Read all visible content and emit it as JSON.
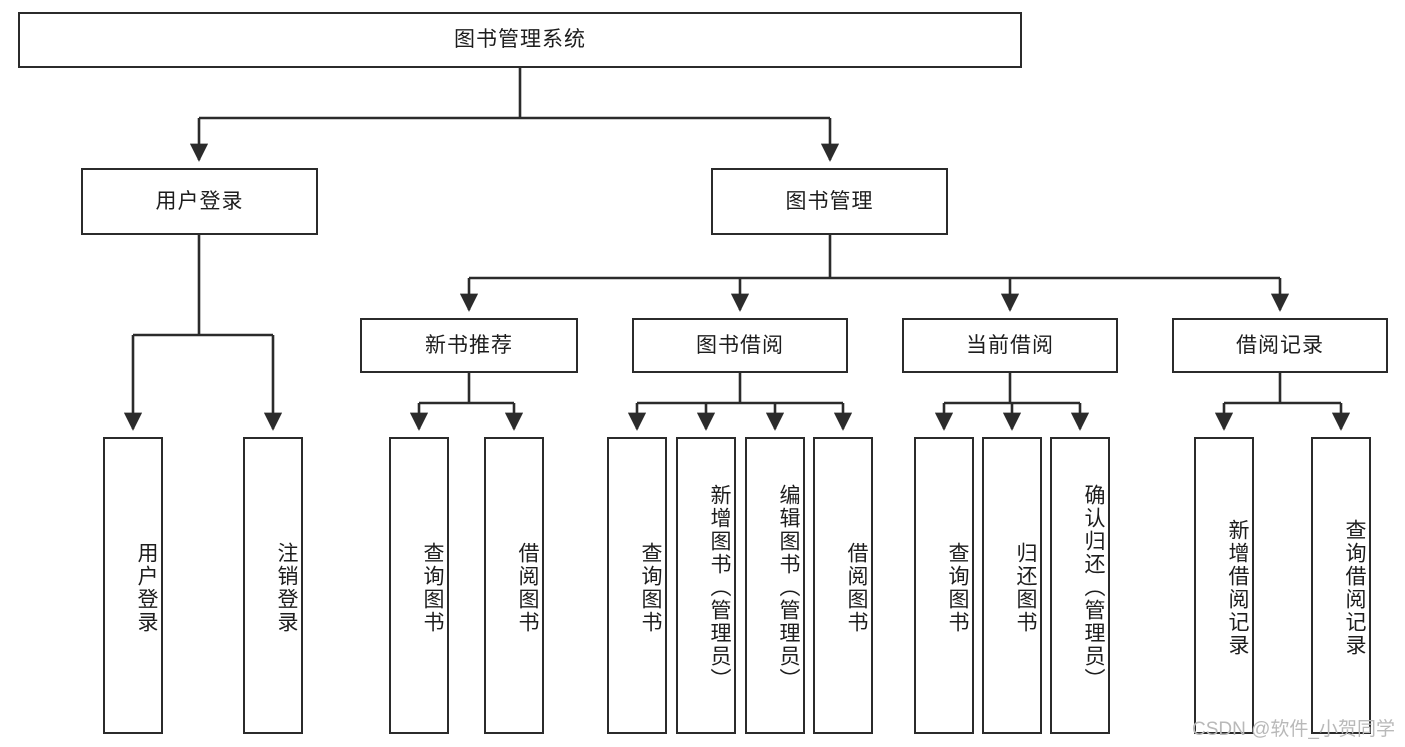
{
  "diagram": {
    "type": "tree",
    "title": "图书管理系统",
    "watermark": "CSDN @软件_小贺同学",
    "colors": {
      "box_border": "#2b2b2b",
      "box_fill": "#ffffff",
      "connector": "#2b2b2b",
      "text": "#1d1d1d",
      "watermark": "#b9b9b9",
      "background": "#ffffff"
    },
    "root": {
      "label": "图书管理系统"
    },
    "level2": [
      {
        "label": "用户登录"
      },
      {
        "label": "图书管理"
      }
    ],
    "level3": [
      {
        "label": "新书推荐"
      },
      {
        "label": "图书借阅"
      },
      {
        "label": "当前借阅"
      },
      {
        "label": "借阅记录"
      }
    ],
    "leaves": {
      "user_login": [
        {
          "label": "用户登录"
        },
        {
          "label": "注销登录"
        }
      ],
      "new_book_recommend": [
        {
          "label": "查询图书"
        },
        {
          "label": "借阅图书"
        }
      ],
      "book_borrow": [
        {
          "label": "查询图书"
        },
        {
          "label": "新增图书（管理员）"
        },
        {
          "label": "编辑图书（管理员）"
        },
        {
          "label": "借阅图书"
        }
      ],
      "current_borrow": [
        {
          "label": "查询图书"
        },
        {
          "label": "归还图书"
        },
        {
          "label": "确认归还（管理员）"
        }
      ],
      "borrow_record": [
        {
          "label": "新增借阅记录"
        },
        {
          "label": "查询借阅记录"
        }
      ]
    }
  }
}
